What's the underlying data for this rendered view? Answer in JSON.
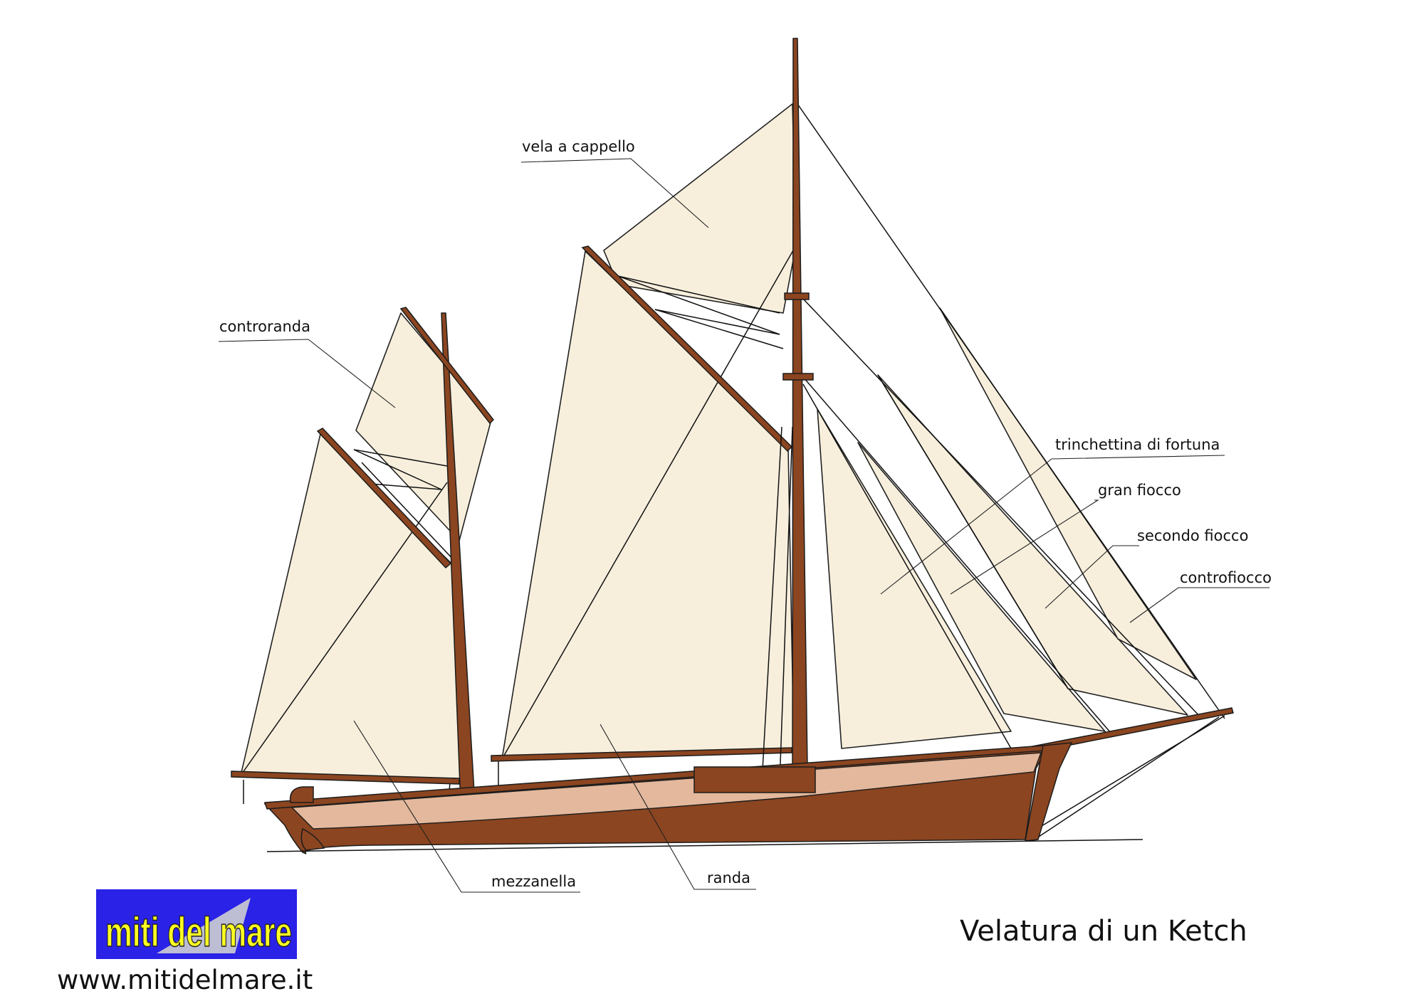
{
  "title": "Velatura di un Ketch",
  "website": "www.mitidelmare.it",
  "logo": {
    "text": "miti del mare",
    "background": "#2a22e6",
    "text_color": "#ffff22"
  },
  "colors": {
    "sail": "#f7efdc",
    "wood": "#8b4520",
    "hull_stripe": "#e3b89c"
  },
  "labels": {
    "vela_a_cappello": "vela a cappello",
    "controranda": "controranda",
    "trinchettina_di_fortuna": "trinchettina di fortuna",
    "gran_fiocco": "gran fiocco",
    "secondo_fiocco": "secondo fiocco",
    "controfiocco": "controfiocco",
    "mezzanella": "mezzanella",
    "randa": "randa"
  }
}
